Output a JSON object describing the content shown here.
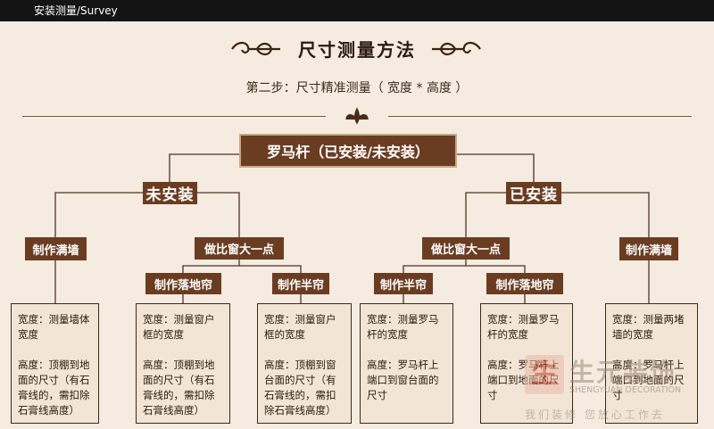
{
  "header": {
    "breadcrumb": "安装测量/Survey"
  },
  "title": "尺寸测量方法",
  "subtitle": "第二步：尺寸精准测量（  宽度 * 高度  ）",
  "root": "罗马杆（已安装/未安装）",
  "branches": {
    "left": "未安装",
    "right": "已安装"
  },
  "level2": {
    "l_full_wall": "制作满墙",
    "l_bigger_window": "做比窗大一点",
    "r_bigger_window": "做比窗大一点",
    "r_full_wall": "制作满墙"
  },
  "level3": {
    "l_floor": "制作落地帘",
    "l_half": "制作半帘",
    "r_half": "制作半帘",
    "r_floor": "制作落地帘"
  },
  "leaves": [
    "宽度：测量墙体\n宽度\n\n高度：顶棚到地\n面的尺寸（有石\n膏线的，需扣除\n石膏线高度）",
    "宽度：测量窗户\n框的宽度\n\n高度：顶棚到地\n面的尺寸（有石\n膏线的，需扣除\n石膏线高度）",
    "宽度：测量窗户\n框的宽度\n\n高度：顶棚到窗\n台面的尺寸（有\n石膏线的，需扣\n除石膏线高度）",
    "宽度：测量罗马\n杆的宽度\n\n高度：罗马杆上\n端口到窗台面的\n尺寸",
    "宽度：测量罗马\n杆的宽度\n\n高度：罗马杆上\n端口到地面的尺\n寸",
    "宽度：测量两堵\n墙的宽度\n\n高度：罗马杆上\n端口到地面的尺\n寸"
  ],
  "watermark": {
    "logo_text": "生",
    "brand_cn": "生元装饰",
    "brand_en": "SHENGYUAN DECORATION",
    "slogan": "我们装修  您放心工作去"
  },
  "colors": {
    "box": "#6a3d22",
    "background": "#f6ebe0",
    "line": "#4a3525"
  }
}
